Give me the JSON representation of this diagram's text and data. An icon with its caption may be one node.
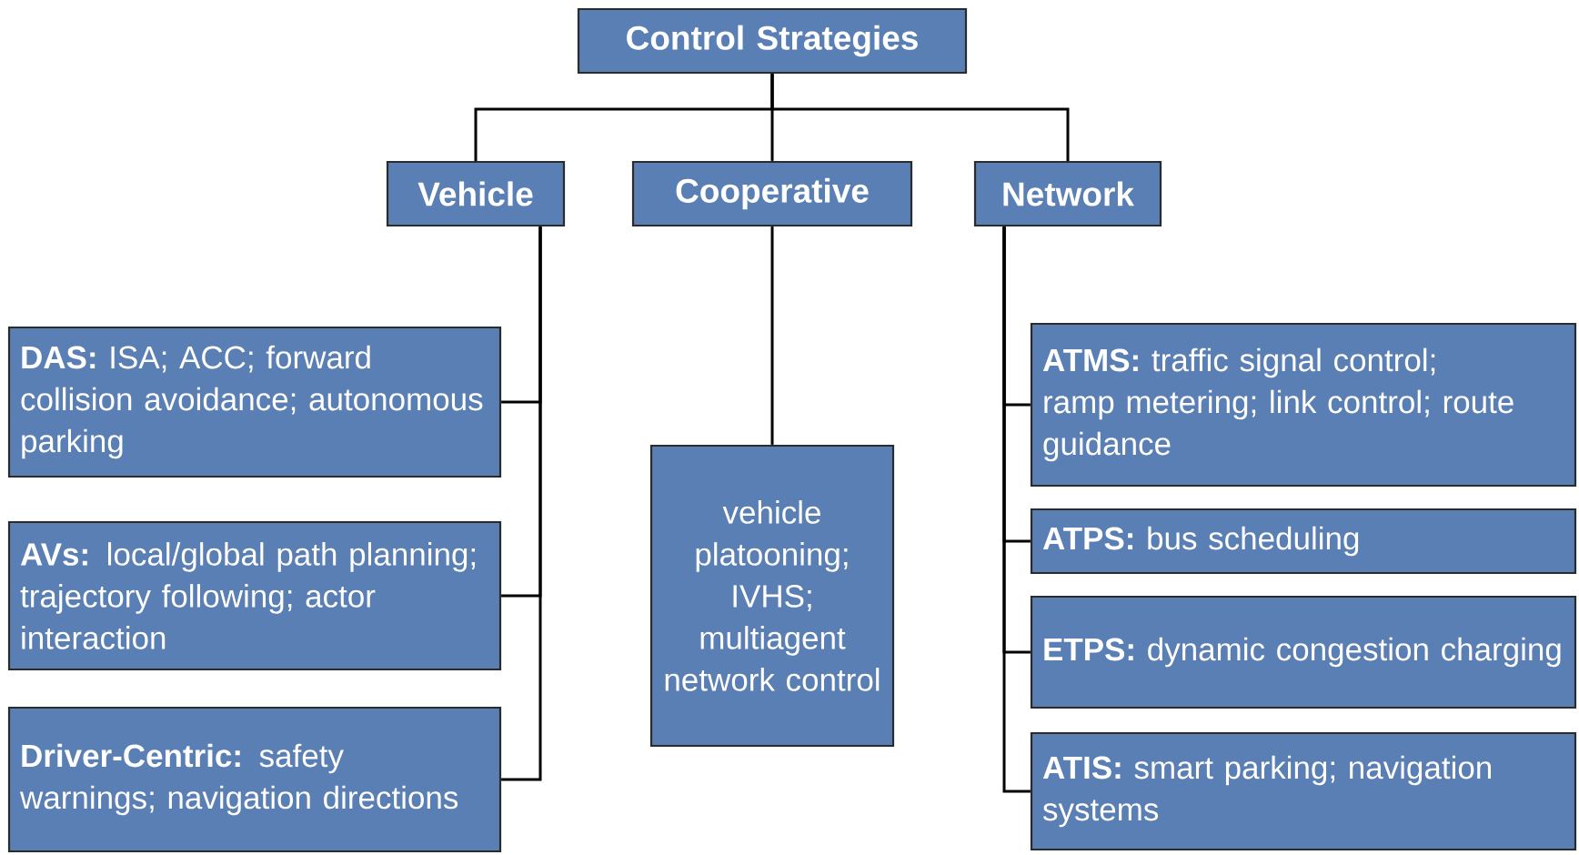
{
  "diagram": {
    "nodes": [
      {
        "text": [
          "Control Strategies"
        ]
      },
      {
        "text": [
          "Vehicle"
        ]
      },
      {
        "text": [
          "Cooperative"
        ]
      },
      {
        "text": [
          "Network"
        ]
      },
      {
        "text": [
          "**DAS:** ISA; ACC; forward collision avoidance; autonomous parking"
        ]
      },
      {
        "text": [
          "**AVs:** local/global path planning; trajectory following; actor interaction"
        ]
      },
      {
        "text": [
          "**Driver-Centric:** safety warnings; navigation directions"
        ]
      },
      {
        "text": [
          "vehicle platooning; IVHS; multiagent network control"
        ]
      },
      {
        "text": [
          "**ATMS:** traffic signal control; ramp metering; link control; route guidance"
        ]
      },
      {
        "text": [
          "**ATPS:** bus scheduling"
        ]
      },
      {
        "text": [
          "**ETPS:** dynamic congestion charging"
        ]
      },
      {
        "text": [
          "**ATIS:** smart parking; navigation systems"
        ]
      }
    ],
    "edges": [
      {
        "from": 0,
        "to": 1,
        "arrow": "none"
      },
      {
        "from": 0,
        "to": 2,
        "arrow": "none"
      },
      {
        "from": 0,
        "to": 3,
        "arrow": "none"
      },
      {
        "from": 1,
        "to": 4,
        "arrow": "none"
      },
      {
        "from": 1,
        "to": 5,
        "arrow": "none"
      },
      {
        "from": 1,
        "to": 6,
        "arrow": "none"
      },
      {
        "from": 2,
        "to": 7,
        "arrow": "none"
      },
      {
        "from": 3,
        "to": 8,
        "arrow": "none"
      },
      {
        "from": 3,
        "to": 9,
        "arrow": "none"
      },
      {
        "from": 3,
        "to": 10,
        "arrow": "none"
      },
      {
        "from": 3,
        "to": 11,
        "arrow": "none"
      }
    ]
  }
}
